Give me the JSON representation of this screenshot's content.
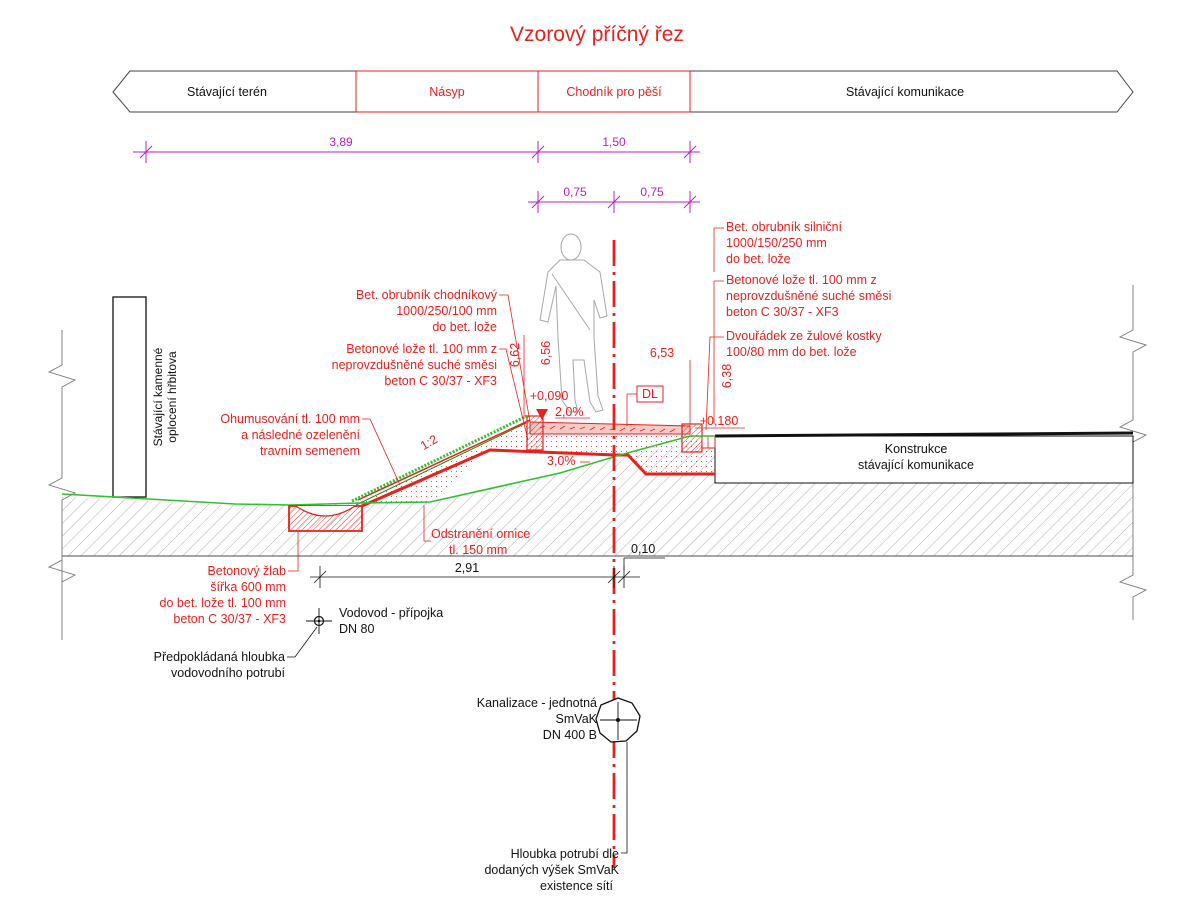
{
  "title": "Vzorový příčný řez",
  "zones": [
    {
      "label": "Stávající terén"
    },
    {
      "label": "Násyp"
    },
    {
      "label": "Chodník pro pěší"
    },
    {
      "label": "Stávající komunikace"
    }
  ],
  "dimensions": {
    "total_left": "3,89",
    "sidewalk": "1,50",
    "half_left": "0,75",
    "half_right": "0,75",
    "span_low": "2,91",
    "offset": "0,10"
  },
  "levels": {
    "l1": "6,62",
    "l2": "6,56",
    "l3": "6,53",
    "l4": "6,38",
    "step_left": "+0,090",
    "step_right": "+0,180"
  },
  "slopes": {
    "sidewalk": "2,0%",
    "base": "3,0%",
    "embankment": "1:2"
  },
  "tags": {
    "dl": "DL"
  },
  "notes": {
    "fence": [
      "Stávající kamenné",
      "oplocení hřbitova"
    ],
    "curb_sidewalk": [
      "Bet. obrubník chodníkový",
      "1000/250/100 mm",
      "do bet. lože"
    ],
    "bed_left": [
      "Betonové lože tl. 100 mm z",
      "neprovzdušněné suché směsi",
      "beton C 30/37 - XF3"
    ],
    "topsoil": [
      "Ohumusování tl. 100 mm",
      "a následné ozelenění",
      "travním semenem"
    ],
    "curb_road": [
      "Bet. obrubník silniční",
      "1000/150/250 mm",
      "do bet. lože"
    ],
    "bed_right": [
      "Betonové lože tl. 100 mm z",
      "neprovzdušněné suché směsi",
      "beton C 30/37 - XF3"
    ],
    "paving": [
      "Dvouřádek ze žulové kostky",
      "100/80 mm do bet. lože"
    ],
    "road": [
      "Konstrukce",
      "stávající komunikace"
    ],
    "strip": [
      "Odstranění ornice",
      "tl. 150 mm"
    ],
    "gutter": [
      "Betonový žlab",
      "šířka 600 mm",
      "do bet. lože tl. 100 mm",
      "beton C 30/37 - XF3"
    ],
    "water": [
      "Vodovod - přípojka",
      "DN 80"
    ],
    "water_depth": [
      "Předpokládaná hloubka",
      "vodovodního potrubí"
    ],
    "sewer": [
      "Kanalizace - jednotná",
      "SmVaK",
      "DN 400 B"
    ],
    "sewer_depth": [
      "Hloubka potrubí dle",
      "dodaných výšek SmVaK",
      "existence sítí"
    ]
  },
  "colors": {
    "annotation": "#e8211b",
    "dimension": "#c01cc0",
    "terrain": "#2ec22e",
    "line": "#111111"
  }
}
